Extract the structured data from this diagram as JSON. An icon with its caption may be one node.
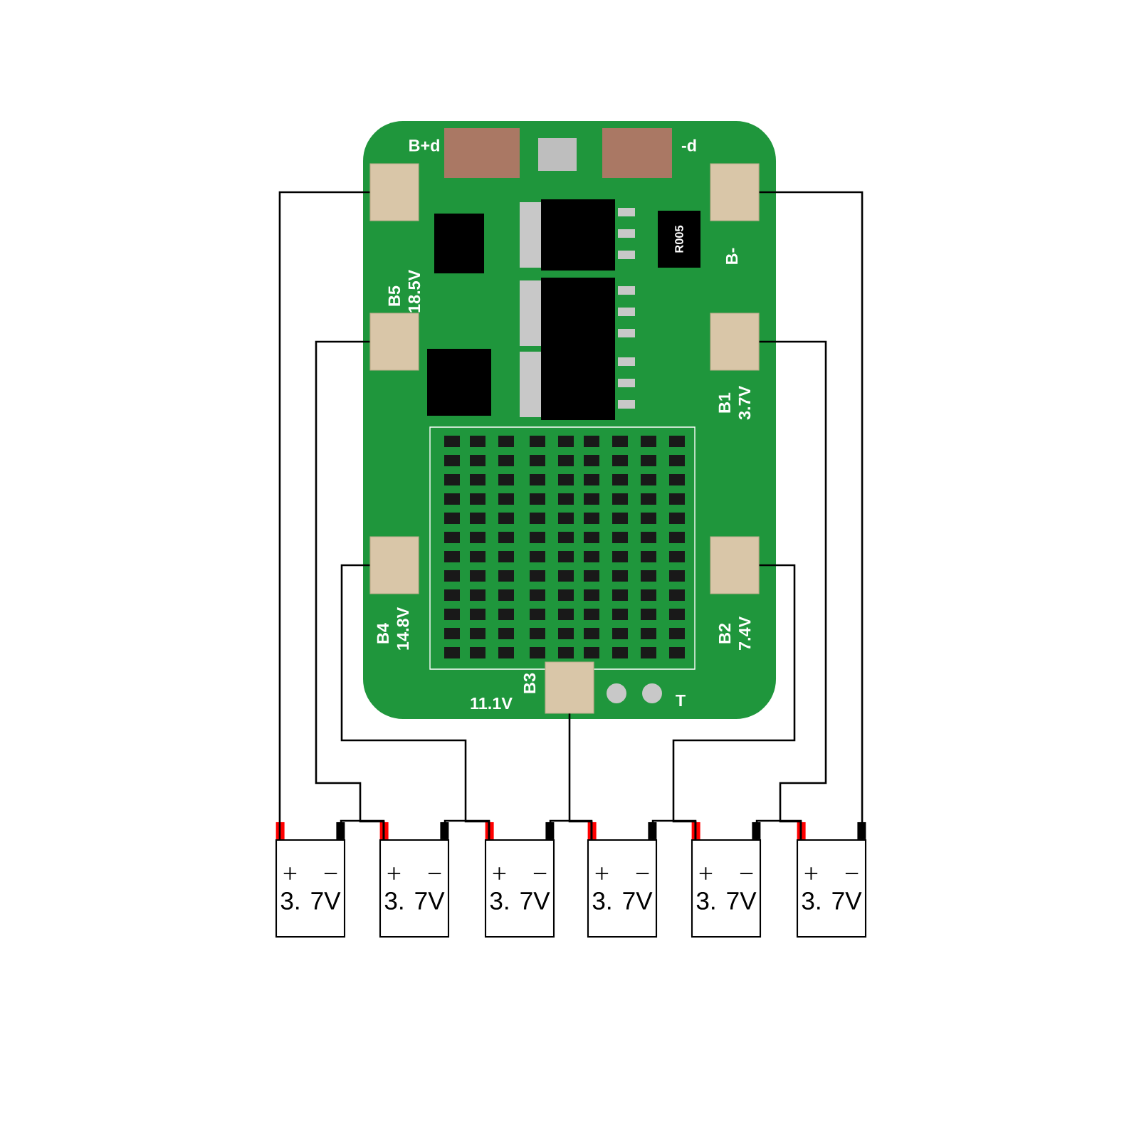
{
  "diagram": {
    "nodes": [
      {
        "text": [],
        "shape": "box"
      },
      {
        "text": [],
        "shape": "box",
        "in": 0,
        "beside": [
          "B+d"
        ]
      },
      {
        "text": [],
        "shape": "box",
        "in": 0,
        "beside": [
          "-d",
          "B-"
        ]
      },
      {
        "text": [],
        "shape": "box",
        "in": 0,
        "beside": [
          "B5 18.5V"
        ]
      },
      {
        "text": [],
        "shape": "box",
        "in": 0,
        "beside": [
          "B1 3.7V"
        ]
      },
      {
        "text": [],
        "shape": "box",
        "in": 0,
        "beside": [
          "B4 14.8V"
        ]
      },
      {
        "text": [],
        "shape": "box",
        "in": 0,
        "beside": [
          "B2 7.4V"
        ]
      },
      {
        "text": [],
        "shape": "box",
        "in": 0,
        "beside": [
          "11.1V",
          "B3"
        ]
      },
      {
        "text": [
          "+",
          "−",
          "3. 7V"
        ]
      },
      {
        "text": [
          "+",
          "−",
          "3. 7V"
        ]
      },
      {
        "text": [
          "+",
          "−",
          "3. 7V"
        ]
      },
      {
        "text": [
          "+",
          "−",
          "3. 7V"
        ]
      },
      {
        "text": [
          "+",
          "−",
          "3. 7V"
        ]
      },
      {
        "text": [
          "+",
          "−",
          "3. 7V"
        ]
      }
    ],
    "edges": [
      {
        "from": 1,
        "to": 8,
        "arrow": "none"
      },
      {
        "from": 3,
        "to": 9,
        "arrow": "none"
      },
      {
        "from": 5,
        "to": 10,
        "arrow": "none"
      },
      {
        "from": 7,
        "to": 11,
        "arrow": "none"
      },
      {
        "from": 6,
        "to": 12,
        "arrow": "none"
      },
      {
        "from": 4,
        "to": 13,
        "arrow": "none"
      },
      {
        "from": 2,
        "to": 13,
        "arrow": "none"
      },
      {
        "from": 8,
        "to": 9,
        "arrow": "none"
      },
      {
        "from": 9,
        "to": 10,
        "arrow": "none"
      },
      {
        "from": 10,
        "to": 11,
        "arrow": "none"
      },
      {
        "from": 11,
        "to": 12,
        "arrow": "none"
      },
      {
        "from": 12,
        "to": 13,
        "arrow": "none"
      }
    ],
    "labels": [
      "R005",
      "T"
    ]
  }
}
